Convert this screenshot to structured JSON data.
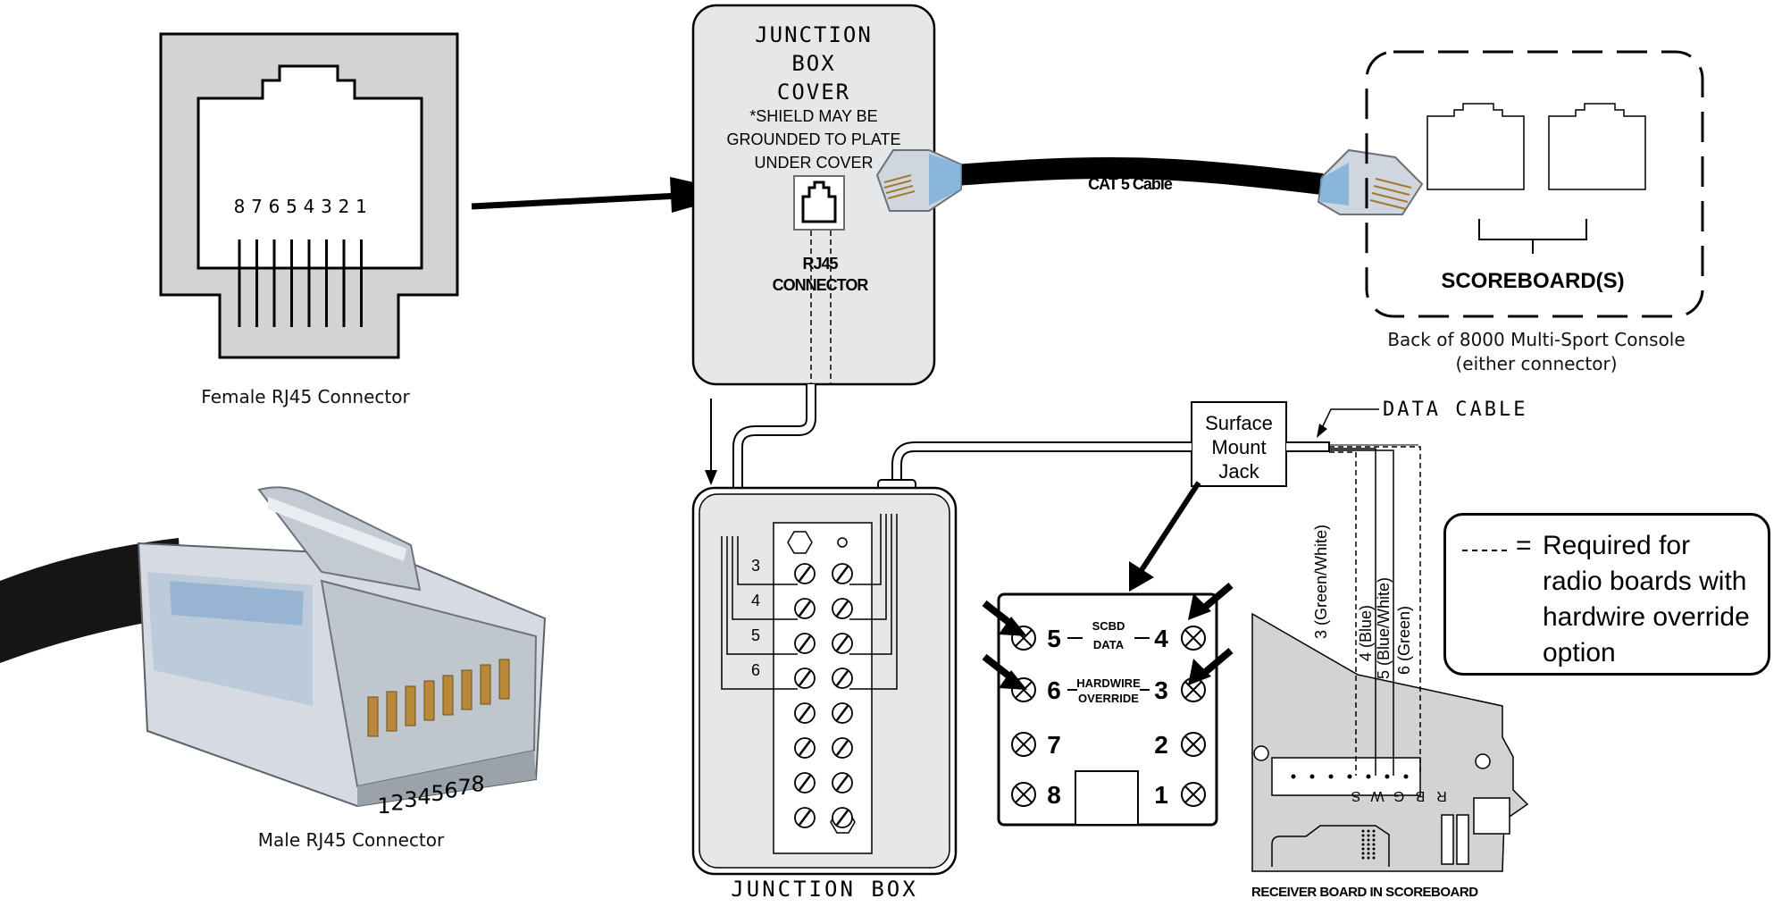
{
  "labels": {
    "female_rj45": "Female RJ45 Connector",
    "male_rj45": "Male RJ45 Connector",
    "jbox_cover_l1": "JUNCTION",
    "jbox_cover_l2": "BOX",
    "jbox_cover_l3": "COVER",
    "shield_l1": "*SHIELD MAY BE",
    "shield_l2": "GROUNDED TO PLATE",
    "shield_l3": "UNDER COVER",
    "rj45_conn_l1": "RJ45",
    "rj45_conn_l2": "CONNECTOR",
    "cat5": "CAT 5 Cable",
    "scoreboards": "SCOREBOARD(S)",
    "console_l1": "Back of 8000 Multi-Sport Console",
    "console_l2": "(either connector)",
    "data_cable": "DATA CABLE",
    "surface_l1": "Surface",
    "surface_l2": "Mount",
    "surface_l3": "Jack",
    "junction_box": "JUNCTION BOX",
    "receiver_board": "RECEIVER BOARD IN SCOREBOARD",
    "scbd_l1": "SCBD",
    "scbd_l2": "DATA",
    "hardwire_l1": "HARDWIRE",
    "hardwire_l2": "OVERRIDE",
    "legend_eq": "=",
    "legend_text": "Required for radio boards with hardwire override option"
  },
  "female_pins": [
    "8",
    "7",
    "6",
    "5",
    "4",
    "3",
    "2",
    "1"
  ],
  "male_pins": [
    "1",
    "2",
    "3",
    "4",
    "5",
    "6",
    "7",
    "8"
  ],
  "terminal_labels": [
    "3",
    "4",
    "5",
    "6"
  ],
  "jack_pins": {
    "p5": "5",
    "p4": "4",
    "p6": "6",
    "p3": "3",
    "p7": "7",
    "p2": "2",
    "p8": "8",
    "p1": "1"
  },
  "wires": [
    {
      "label": "3 (Green/White)",
      "style": "dashed"
    },
    {
      "label": "4 (Blue)",
      "style": "solid"
    },
    {
      "label": "5 (Blue/White)",
      "style": "solid"
    },
    {
      "label": "6 (Green)",
      "style": "dashed"
    }
  ],
  "board_letters": [
    "R",
    "B",
    "G",
    "W",
    "S"
  ]
}
